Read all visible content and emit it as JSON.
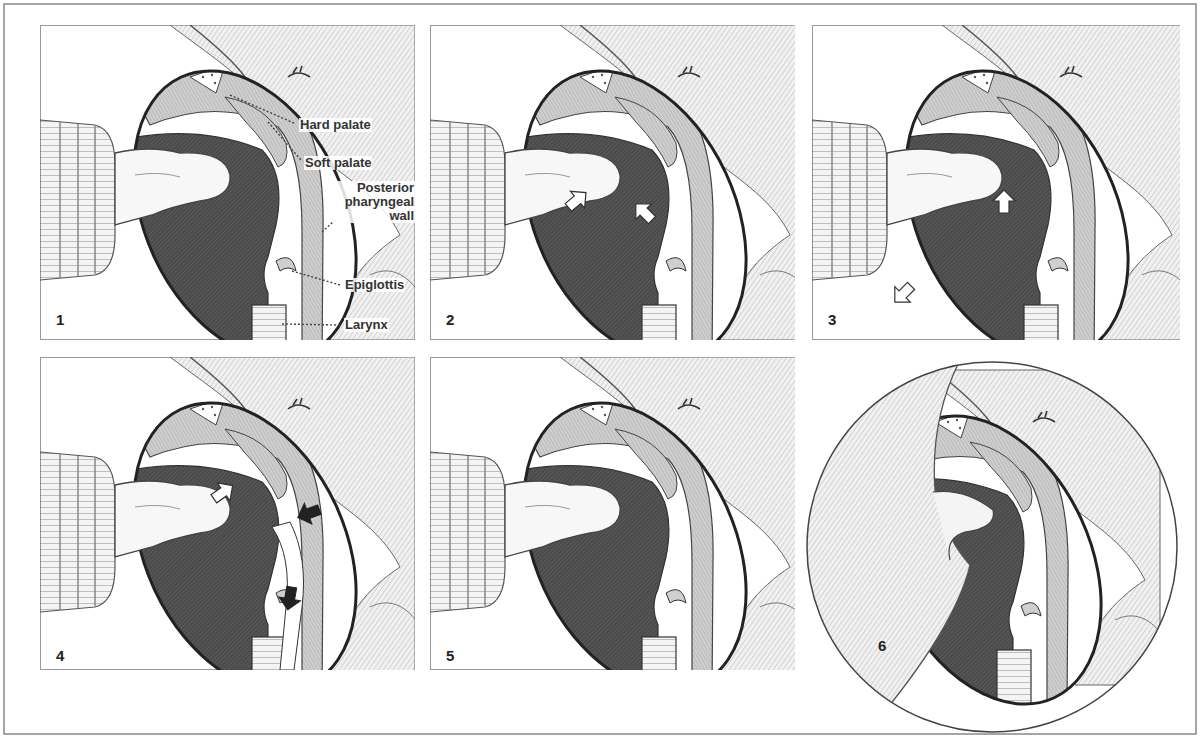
{
  "diagram": {
    "labels": [
      "Hard palate",
      "Soft palate",
      "Posterior pharyngeal wall",
      "Epiglottis",
      "Larynx",
      "1",
      "2",
      "3",
      "4",
      "5",
      "6"
    ]
  }
}
